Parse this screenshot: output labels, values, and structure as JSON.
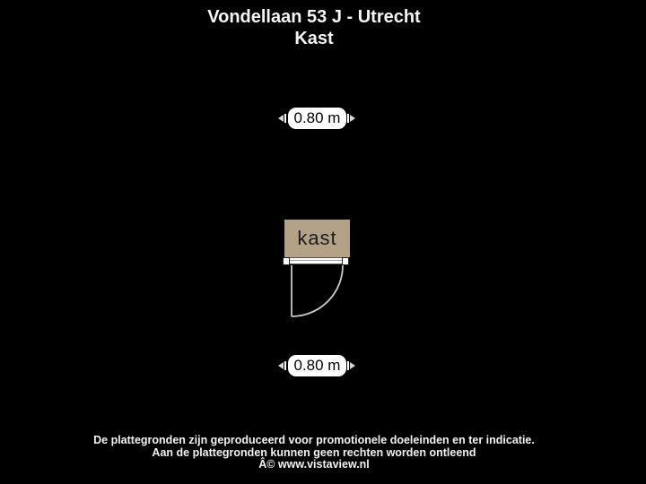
{
  "page": {
    "background_color": "#000000",
    "text_color": "#f5f5f5"
  },
  "header": {
    "title_line1": "Vondellaan 53 J - Utrecht",
    "title_line2": "Kast"
  },
  "floorplan": {
    "room": {
      "label": "kast",
      "fill_color": "#b3a287",
      "frame_color": "#000000",
      "label_color": "#1c1c1c"
    },
    "dimension_top": {
      "value": "0.80 m"
    },
    "dimension_bottom": {
      "value": "0.80 m"
    },
    "dimension_badge": {
      "background": "#ffffff",
      "text_color": "#000000"
    },
    "door": {
      "line_color": "#c9c9c9",
      "threshold_color": "#ffffff"
    }
  },
  "footer": {
    "line1": "De plattegronden zijn geproduceerd voor promotionele doeleinden en ter indicatie.",
    "line2": "Aan de plattegronden kunnen geen rechten worden ontleend",
    "line3": "Â© www.vistaview.nl"
  }
}
